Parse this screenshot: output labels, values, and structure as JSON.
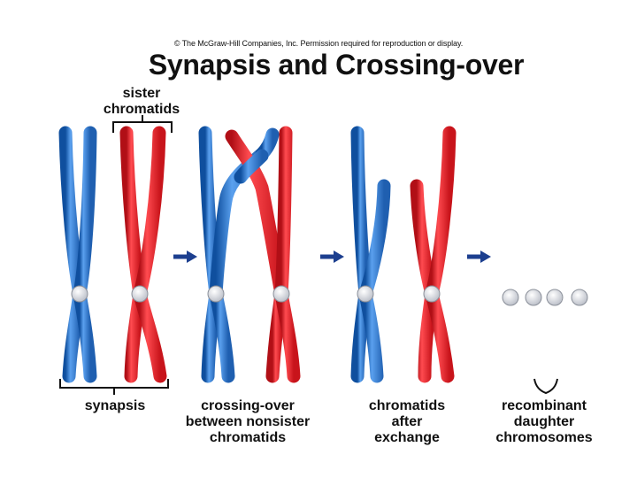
{
  "copyright": "© The McGraw-Hill Companies, Inc. Permission required for reproduction or display.",
  "title": "Synapsis and Crossing-over",
  "top_label": {
    "line1": "sister",
    "line2": "chromatids"
  },
  "captions": {
    "synapsis": "synapsis",
    "crossing": {
      "line1": "crossing-over",
      "line2": "between nonsister",
      "line3": "chromatids"
    },
    "after": {
      "line1": "chromatids",
      "line2": "after",
      "line3": "exchange"
    },
    "recombinant": {
      "line1": "recombinant",
      "line2": "daughter",
      "line3": "chromosomes"
    }
  },
  "colors": {
    "maternal_blue": "#2a73c9",
    "paternal_red": "#e31e24",
    "centromere": "#e8e8ec",
    "arrow": "#1c3f8f"
  }
}
